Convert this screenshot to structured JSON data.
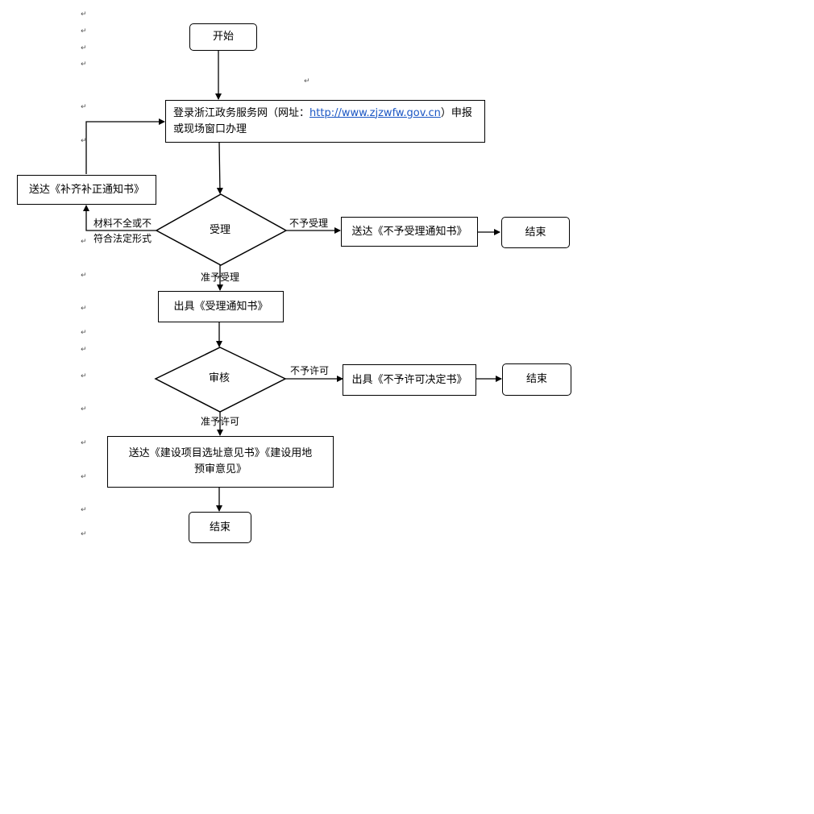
{
  "para_mark": "↵",
  "nodes": {
    "start": "开始",
    "login_pre": "登录浙江政务服务网（网址：",
    "login_url": "http://www.zjzwfw.gov.cn",
    "login_post": "）申报",
    "login_line2": "或现场窗口办理",
    "supplement": "送达《补齐补正通知书》",
    "accept": "受理",
    "reject_notice": "送达《不予受理通知书》",
    "end1": "结束",
    "accept_notice": "出具《受理通知书》",
    "review": "审核",
    "deny_permit": "出具《不予许可决定书》",
    "end2": "结束",
    "final_line1": "送达《建设项目选址意见书》《建设用地",
    "final_line2": "预审意见》",
    "end3": "结束"
  },
  "labels": {
    "incomplete_line1": "材料不全或不",
    "incomplete_line2": "符合法定形式",
    "not_accepted": "不予受理",
    "accepted": "准予受理",
    "not_permitted": "不予许可",
    "permitted": "准予许可"
  }
}
